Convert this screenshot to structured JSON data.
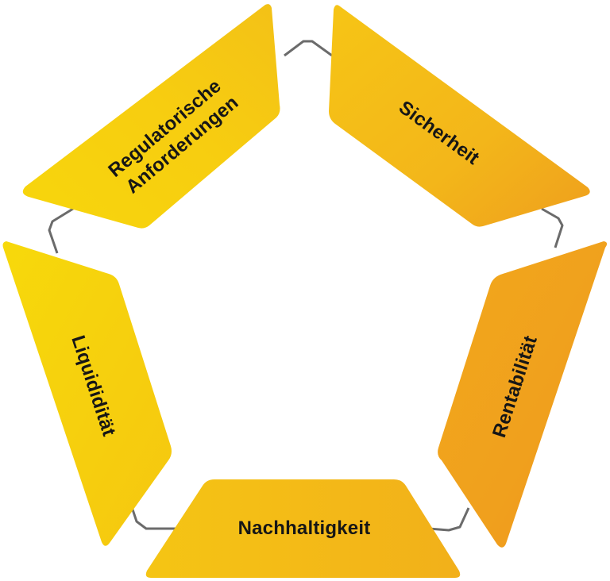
{
  "segments": [
    {
      "id": "regulatory",
      "lines": [
        "Regulatorische",
        "Anforderungen"
      ]
    },
    {
      "id": "security",
      "lines": [
        "Sicherheit"
      ]
    },
    {
      "id": "profitability",
      "lines": [
        "Rentabilität"
      ]
    },
    {
      "id": "sustainability",
      "lines": [
        "Nachhaltigkeit"
      ]
    },
    {
      "id": "liquidity",
      "lines": [
        "Liquididität"
      ]
    }
  ],
  "colors": {
    "yellow_light": "#f7d60c",
    "yellow_mid": "#f5bf14",
    "orange": "#ef9c1c",
    "outline": "#6b6b6b",
    "text": "#161616"
  }
}
